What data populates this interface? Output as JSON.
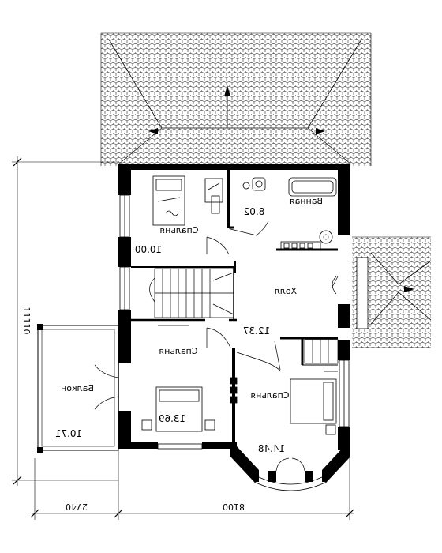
{
  "plan": {
    "rooms": {
      "bedroom_top": {
        "name": "Спальня",
        "area": "10.00"
      },
      "bathroom": {
        "name": "Ванная",
        "area": "8.02"
      },
      "hall": {
        "name": "Холл",
        "area": "12.37"
      },
      "bedroom_mid": {
        "name": "Спальня",
        "area": "13.69"
      },
      "bedroom_right": {
        "name": "Спальня",
        "area": "14.48"
      },
      "balcony": {
        "name": "Балкон",
        "area": "10.71"
      }
    },
    "dimensions": {
      "total_height": "11110",
      "balcony_width": "2740",
      "house_width": "8100"
    },
    "colors": {
      "wall": "#000000",
      "line": "#000000",
      "background": "#ffffff"
    }
  }
}
